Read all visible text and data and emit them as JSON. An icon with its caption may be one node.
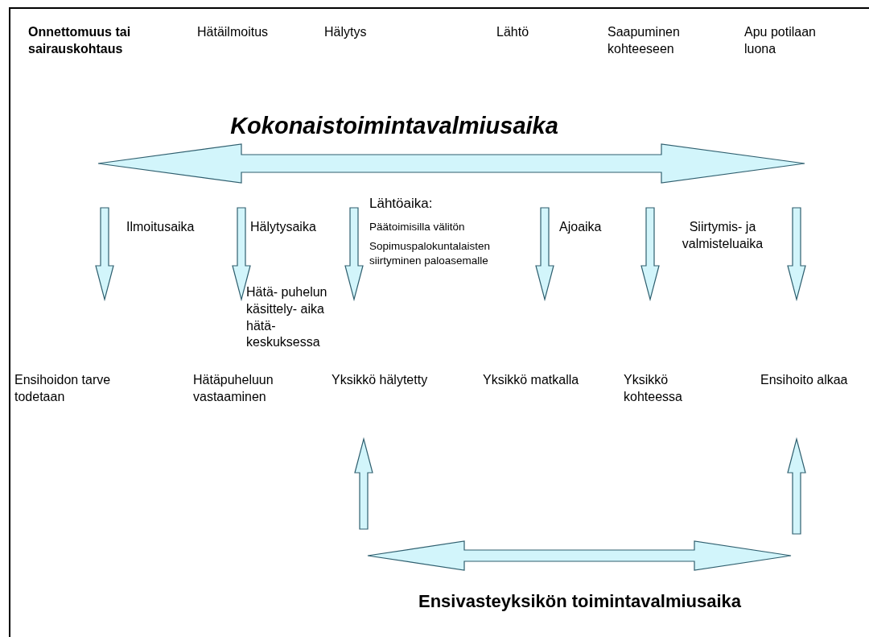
{
  "diagram": {
    "labels": [
      "Onnettomuus tai sairauskohtaus",
      "Hätäilmoitus",
      "Hälytys",
      "Lähtö",
      "Saapuminen kohteeseen",
      "Apu potilaan luona",
      "Kokonaistoimintavalmiusaika",
      "Ilmoitusaika",
      "Hälytysaika",
      "Lähtöaika:",
      "Päätoimisilla välitön",
      "Sopimuspalokuntalaisten siirtyminen paloasemalle",
      "Ajoaika",
      "Siirtymis- ja valmisteluaika",
      "Hätä- puhelun käsittely- aika hätä- keskuksessa",
      "Ensihoidon tarve todetaan",
      "Hätäpuheluun vastaaminen",
      "Yksikkö hälytetty",
      "Yksikkö matkalla",
      "Yksikkö kohteessa",
      "Ensihoito alkaa",
      "Ensivasteyksikön toimintavalmiusaika"
    ]
  }
}
